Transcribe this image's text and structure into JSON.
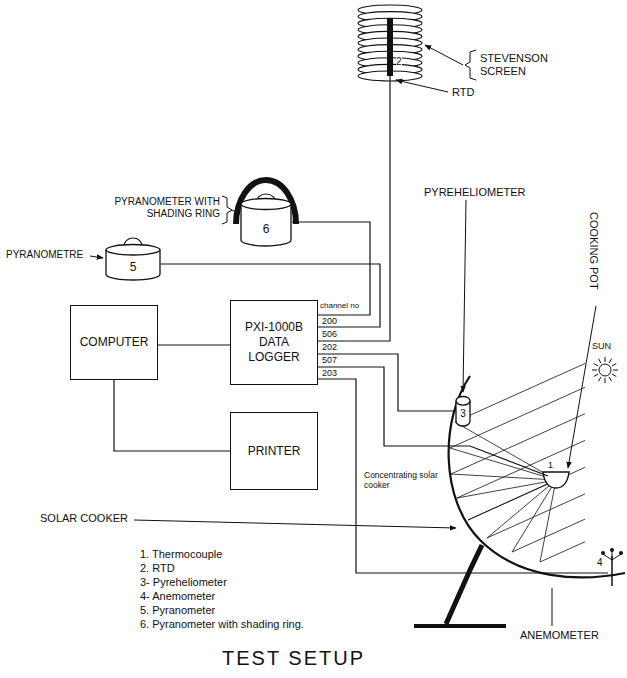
{
  "diagram": {
    "caption": "TEST SETUP",
    "nodes": [
      {
        "text": [
          "6"
        ]
      },
      {
        "text": [
          "5"
        ]
      },
      {
        "text": [
          "COMPUTER"
        ]
      },
      {
        "text": [
          "PXI-1000B DATA LOGGER"
        ]
      },
      {
        "text": [
          "PRINTER"
        ]
      },
      {
        "text": [
          "3"
        ]
      }
    ],
    "edges": [
      {
        "from": 0,
        "to": 3,
        "arrow": "none"
      },
      {
        "from": 1,
        "to": 3,
        "arrow": "none"
      },
      {
        "from": 2,
        "to": 3,
        "arrow": "none"
      },
      {
        "from": 2,
        "to": 4,
        "arrow": "none"
      },
      {
        "from": 3,
        "to": 5,
        "arrow": "none"
      }
    ],
    "labels": [
      "STEVENSON SCREEN",
      "RTD",
      "2",
      "PYRANOMETER WITH SHADING RING",
      "PYRANOMETRE",
      "PYREHELIOMETER",
      "COOKING POT",
      "SUN",
      "channel no",
      "200",
      "506",
      "202",
      "507",
      "203",
      "Concentrating solar cooker",
      "SOLAR COOKER",
      "1",
      "4",
      "ANEMOMETER",
      "1. Thermocouple",
      "2. RTD",
      "3- Pyreheliometer",
      "4- Anemometer",
      "5. Pyranometer",
      "6. Pyranometer with shading ring."
    ]
  }
}
